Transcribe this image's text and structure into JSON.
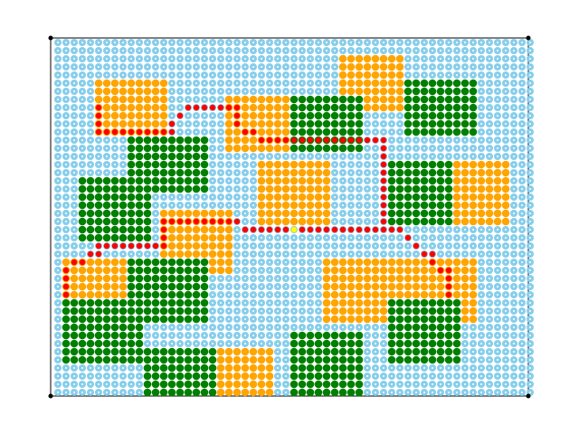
{
  "grid": {
    "cols": 59,
    "rows": 44,
    "colors": {
      "background": "#ffffff",
      "border": "#000000",
      "corner_marker": "#000000",
      "empty_cell": "#87ceeb",
      "empty_center": "#ffffff",
      "forest": "#008000",
      "sand": "#ffa500",
      "path": "#ff0000",
      "goal": "#ffff00"
    }
  },
  "regions": [
    {
      "kind": "sand",
      "cells": [
        35,
        2,
        42,
        8
      ]
    },
    {
      "kind": "sand",
      "cells": [
        5,
        5,
        13,
        11
      ]
    },
    {
      "kind": "forest",
      "cells": [
        43,
        5,
        51,
        11
      ]
    },
    {
      "kind": "sand",
      "cells": [
        21,
        7,
        29,
        13
      ]
    },
    {
      "kind": "forest",
      "cells": [
        29,
        7,
        37,
        13
      ]
    },
    {
      "kind": "forest",
      "cells": [
        9,
        12,
        18,
        18
      ]
    },
    {
      "kind": "sand",
      "cells": [
        25,
        15,
        33,
        22
      ]
    },
    {
      "kind": "forest",
      "cells": [
        41,
        15,
        49,
        22
      ]
    },
    {
      "kind": "sand",
      "cells": [
        49,
        15,
        55,
        22
      ]
    },
    {
      "kind": "forest",
      "cells": [
        3,
        17,
        11,
        24
      ]
    },
    {
      "kind": "sand",
      "cells": [
        13,
        21,
        21,
        28
      ]
    },
    {
      "kind": "sand",
      "cells": [
        1,
        27,
        9,
        32
      ]
    },
    {
      "kind": "forest",
      "cells": [
        9,
        27,
        18,
        34
      ]
    },
    {
      "kind": "sand",
      "cells": [
        33,
        27,
        41,
        34
      ]
    },
    {
      "kind": "sand",
      "cells": [
        42,
        27,
        51,
        34
      ]
    },
    {
      "kind": "forest",
      "cells": [
        1,
        32,
        10,
        39
      ]
    },
    {
      "kind": "forest",
      "cells": [
        41,
        32,
        49,
        39
      ]
    },
    {
      "kind": "forest",
      "cells": [
        29,
        36,
        37,
        43
      ]
    },
    {
      "kind": "forest",
      "cells": [
        11,
        38,
        20,
        43
      ]
    },
    {
      "kind": "sand",
      "cells": [
        20,
        38,
        26,
        43
      ]
    }
  ],
  "path": [
    [
      48,
      31
    ],
    [
      48,
      30
    ],
    [
      48,
      29
    ],
    [
      48,
      28
    ],
    [
      47,
      28
    ],
    [
      46,
      27
    ],
    [
      46,
      26
    ],
    [
      45,
      26
    ],
    [
      44,
      25
    ],
    [
      43,
      24
    ],
    [
      42,
      23
    ],
    [
      41,
      23
    ],
    [
      40,
      23
    ],
    [
      39,
      23
    ],
    [
      38,
      23
    ],
    [
      37,
      23
    ],
    [
      36,
      23
    ],
    [
      35,
      23
    ],
    [
      34,
      23
    ],
    [
      33,
      23
    ],
    [
      32,
      23
    ],
    [
      31,
      23
    ],
    [
      30,
      23
    ],
    [
      29,
      23
    ],
    [
      28,
      23
    ],
    [
      27,
      23
    ],
    [
      26,
      23
    ],
    [
      25,
      23
    ],
    [
      24,
      23
    ],
    [
      23,
      23
    ],
    [
      22,
      22
    ],
    [
      21,
      22
    ],
    [
      20,
      22
    ],
    [
      19,
      22
    ],
    [
      18,
      22
    ],
    [
      17,
      22
    ],
    [
      16,
      22
    ],
    [
      15,
      22
    ],
    [
      14,
      22
    ],
    [
      13,
      22
    ],
    [
      13,
      23
    ],
    [
      13,
      24
    ],
    [
      13,
      25
    ],
    [
      12,
      25
    ],
    [
      11,
      25
    ],
    [
      10,
      25
    ],
    [
      9,
      25
    ],
    [
      8,
      25
    ],
    [
      7,
      25
    ],
    [
      6,
      25
    ],
    [
      5,
      25
    ],
    [
      5,
      26
    ],
    [
      4,
      26
    ],
    [
      3,
      27
    ],
    [
      2,
      27
    ],
    [
      1,
      28
    ],
    [
      1,
      29
    ],
    [
      1,
      30
    ],
    [
      1,
      31
    ],
    [
      40,
      22
    ],
    [
      40,
      21
    ],
    [
      40,
      20
    ],
    [
      40,
      19
    ],
    [
      40,
      18
    ],
    [
      40,
      17
    ],
    [
      40,
      16
    ],
    [
      40,
      15
    ],
    [
      40,
      14
    ],
    [
      40,
      13
    ],
    [
      40,
      12
    ],
    [
      39,
      12
    ],
    [
      38,
      12
    ],
    [
      37,
      12
    ],
    [
      36,
      12
    ],
    [
      35,
      12
    ],
    [
      34,
      12
    ],
    [
      33,
      12
    ],
    [
      32,
      12
    ],
    [
      31,
      12
    ],
    [
      30,
      12
    ],
    [
      29,
      12
    ],
    [
      28,
      12
    ],
    [
      27,
      12
    ],
    [
      26,
      12
    ],
    [
      25,
      12
    ],
    [
      24,
      11
    ],
    [
      23,
      11
    ],
    [
      22,
      10
    ],
    [
      22,
      9
    ],
    [
      22,
      8
    ],
    [
      21,
      8
    ],
    [
      20,
      8
    ],
    [
      19,
      8
    ],
    [
      18,
      8
    ],
    [
      17,
      8
    ],
    [
      16,
      8
    ],
    [
      15,
      9
    ],
    [
      14,
      10
    ],
    [
      14,
      11
    ],
    [
      13,
      11
    ],
    [
      12,
      11
    ],
    [
      11,
      11
    ],
    [
      10,
      11
    ],
    [
      9,
      11
    ],
    [
      8,
      11
    ],
    [
      7,
      11
    ],
    [
      6,
      11
    ],
    [
      5,
      11
    ],
    [
      5,
      10
    ],
    [
      5,
      9
    ],
    [
      5,
      8
    ]
  ],
  "goal": [
    29,
    23
  ]
}
